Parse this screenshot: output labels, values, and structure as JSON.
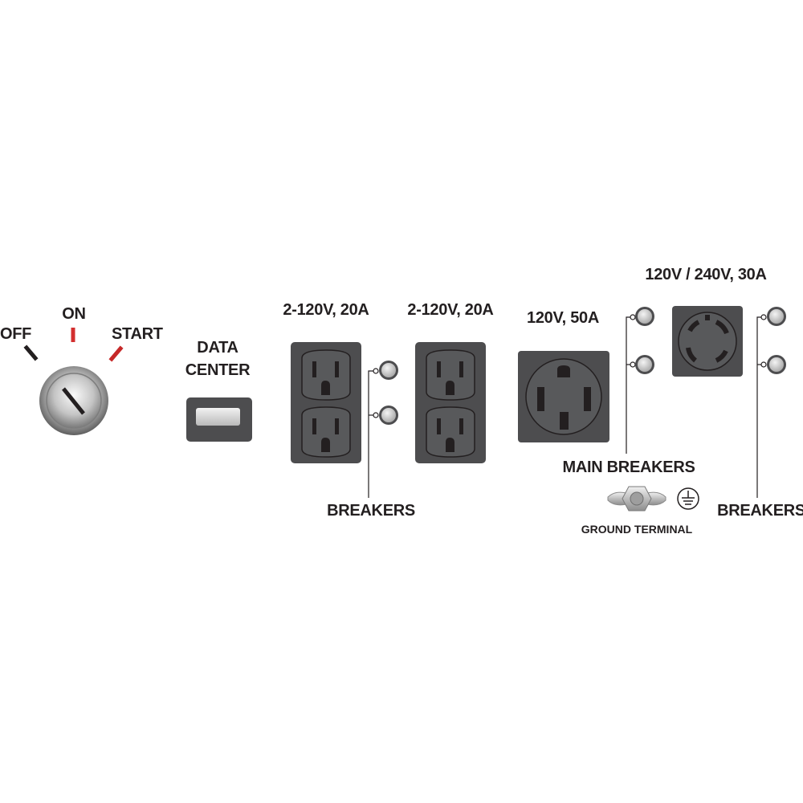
{
  "key_switch": {
    "off_label": "OFF",
    "on_label": "ON",
    "start_label": "START"
  },
  "data_center": {
    "line1": "DATA",
    "line2": "CENTER"
  },
  "outlets": {
    "duplex_1_label": "2-120V, 20A",
    "duplex_2_label": "2-120V, 20A",
    "fifty_amp_label": "120V, 50A",
    "thirty_amp_label": "120V / 240V, 30A"
  },
  "breakers": {
    "left_label": "BREAKERS",
    "main_label": "MAIN BREAKERS",
    "right_label": "BREAKERS"
  },
  "ground": {
    "label": "GROUND TERMINAL"
  },
  "colors": {
    "outlet_body": "#4d4d4f",
    "outlet_face": "#58595b",
    "indicator_red": "#d32f2f",
    "text": "#231f20"
  }
}
